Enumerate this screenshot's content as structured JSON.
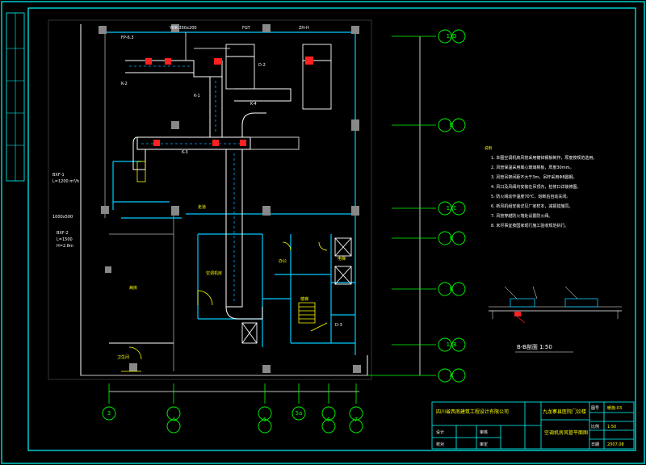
{
  "drawing": {
    "title": "空调机房风管平面图",
    "company": "四川省西南建筑工程设计有限公司",
    "project": "九龙寨县医院门诊楼",
    "section_label": "B-B剖面 1:50",
    "scale": "1:50",
    "drawing_no": "暖施-03",
    "date": "2007.08"
  },
  "rows": [
    {
      "id": "row-1",
      "label": "1/D"
    },
    {
      "id": "row-2",
      "label": "D"
    },
    {
      "id": "row-3",
      "label": "1/C"
    },
    {
      "id": "row-4",
      "label": "C"
    },
    {
      "id": "row-5",
      "label": "B"
    },
    {
      "id": "row-6",
      "label": "1/B"
    },
    {
      "id": "row-7",
      "label": "A"
    }
  ],
  "cols": [
    {
      "id": "col-1",
      "label": "3"
    },
    {
      "id": "col-2",
      "label": "4"
    },
    {
      "id": "col-3",
      "label": "5"
    },
    {
      "id": "col-4",
      "label": "5a"
    },
    {
      "id": "col-5",
      "label": "6"
    },
    {
      "id": "col-6",
      "label": "7"
    }
  ],
  "rooms": {
    "r1": "空调机房",
    "r2": "走道",
    "r3": "病房",
    "r4": "办公",
    "r5": "卫生间",
    "r6": "楼梯",
    "r7": "电梯"
  },
  "notes_title": "说明",
  "notes": [
    "1. 本图空调机房风管采用镀锌钢板制作，厚度按规范选用。",
    "2. 风管保温采用离心玻璃棉板，厚度30mm。",
    "3. 风管吊架间距不大于3m，吊杆采用Φ8圆钢。",
    "4. 风口及风阀均安装在吊顶内，检修口详装修图。",
    "5. 防火阀动作温度70℃，熔断后自动关闭。",
    "6. 新风机组安装详见厂家样本，减振措施同。",
    "7. 风管穿越防火墙处设置防火阀。",
    "8. 未尽事宜按国家现行施工验收规范执行。"
  ],
  "title_block": {
    "designed": "设计",
    "checked": "校对",
    "approved": "审核",
    "audit": "审定",
    "drawing": "图号",
    "scale_label": "比例",
    "date_label": "日期"
  }
}
